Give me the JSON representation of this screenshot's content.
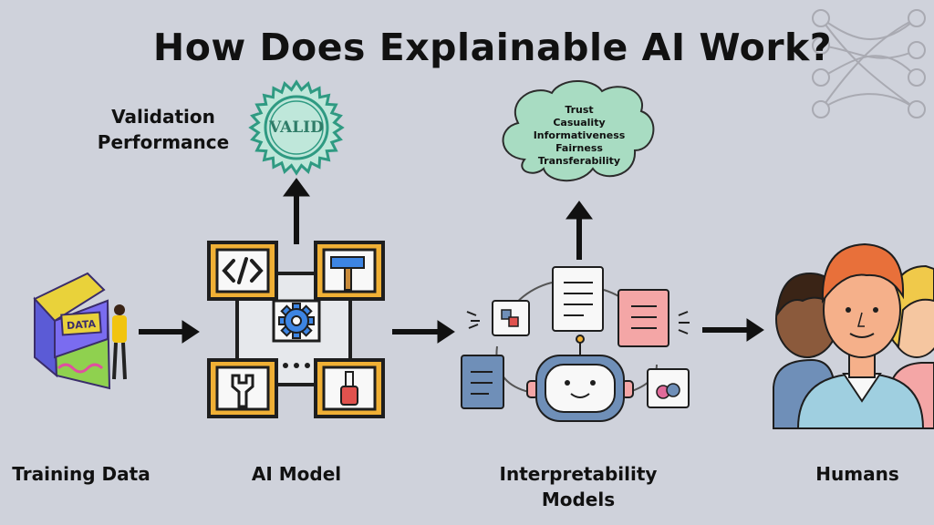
{
  "title": "How Does Explainable AI Work?",
  "validation": {
    "line1": "Validation",
    "line2": "Performance",
    "badge": "VALID"
  },
  "cloud": {
    "items": [
      "Trust",
      "Casuality",
      "Informativeness",
      "Fairness",
      "Transferability"
    ]
  },
  "book_label": "DATA",
  "stages": {
    "training": "Training Data",
    "model": "AI Model",
    "interp_line1": "Interpretability",
    "interp_line2": "Models",
    "humans": "Humans"
  },
  "icons": [
    "neural-network-icon",
    "data-book-icon",
    "ai-model-icon",
    "code-icon",
    "hammer-icon",
    "gear-icon",
    "wrench-icon",
    "screwdriver-icon",
    "valid-badge-icon",
    "cloud-icon",
    "robot-icon",
    "document-icon",
    "humans-icon",
    "arrow-icon"
  ],
  "colors": {
    "background": "#cfd2db",
    "model_orange": "#f0b035",
    "gear_blue": "#3d85e3",
    "badge_teal": "#2f9a82",
    "cloud_green": "#a8dcc2"
  }
}
